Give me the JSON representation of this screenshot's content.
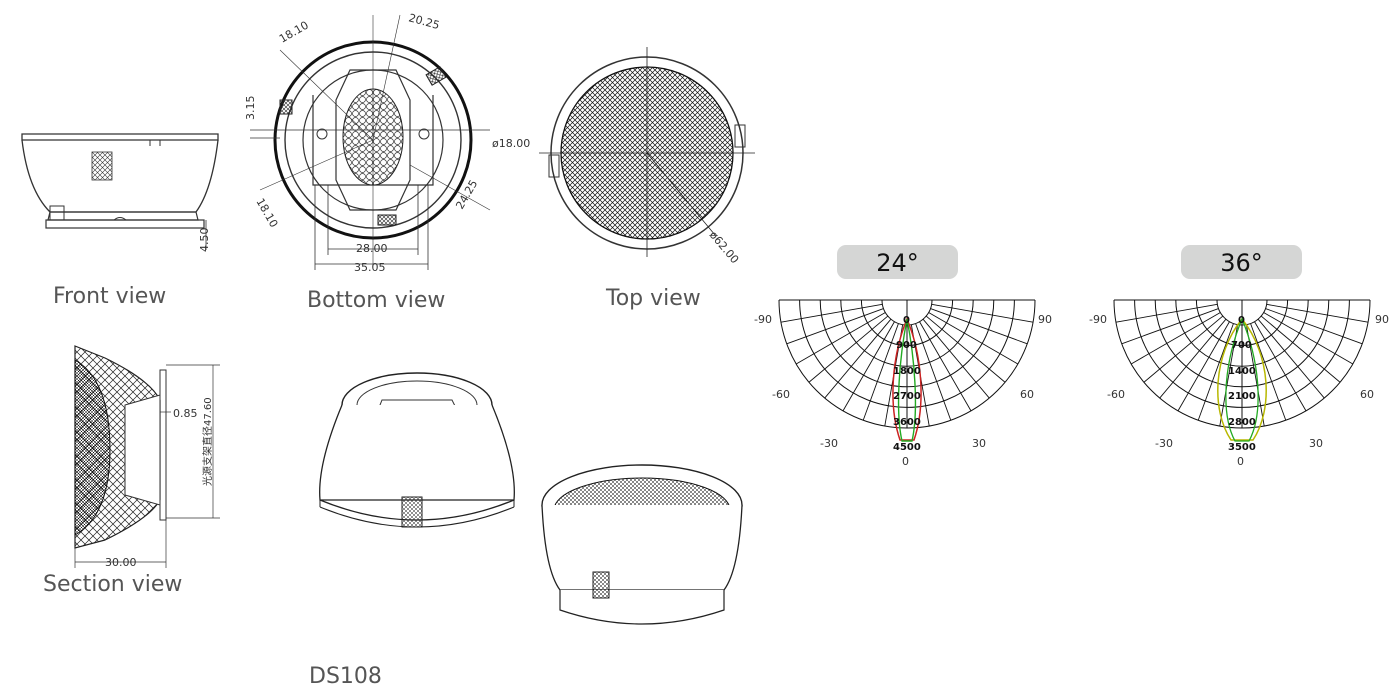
{
  "views": {
    "front": "Front view",
    "bottom": "Bottom view",
    "top": "Top view",
    "section": "Section view",
    "model": "DS108"
  },
  "dimensions": {
    "front_height": "4.50",
    "bottom_top_left": "18.10",
    "bottom_top_right": "20.25",
    "bottom_left": "3.15",
    "bottom_dia": "ø18.00",
    "bottom_lower_left": "18.10",
    "bottom_lower_right": "24.25",
    "bottom_inner": "28.00",
    "bottom_outer": "35.05",
    "top_dia": "ø62.00",
    "section_offset": "0.85",
    "section_note": "光源支架直径47.60",
    "section_width": "30.00"
  },
  "polar_charts": [
    {
      "beam_label": "24°",
      "angle_labels": [
        "-90",
        "90",
        "-60",
        "60",
        "-30",
        "30",
        "0",
        "0"
      ],
      "radial_labels": [
        "900",
        "1800",
        "2700",
        "3600",
        "4500"
      ]
    },
    {
      "beam_label": "36°",
      "angle_labels": [
        "-90",
        "90",
        "-60",
        "60",
        "-30",
        "30",
        "0",
        "0"
      ],
      "radial_labels": [
        "700",
        "1400",
        "2100",
        "2800",
        "3500"
      ]
    }
  ],
  "colors": {
    "curve_red": "#cc2222",
    "curve_green": "#22aa22",
    "curve_yellow": "#b8b800",
    "pill_bg": "#d5d6d5"
  }
}
